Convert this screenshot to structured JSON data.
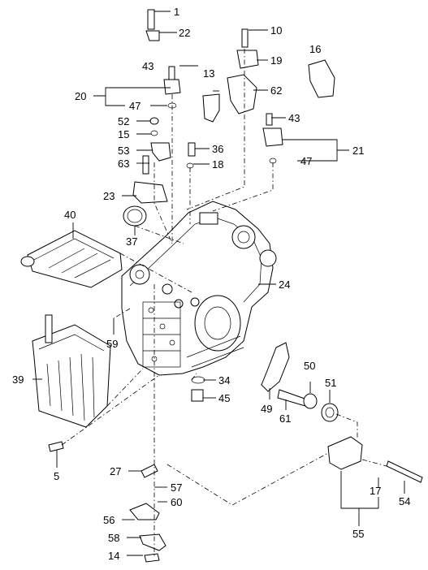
{
  "callouts": [
    "1",
    "22",
    "10",
    "16",
    "43",
    "19",
    "13",
    "62",
    "20",
    "47",
    "52",
    "15",
    "53",
    "36",
    "43",
    "21",
    "63",
    "18",
    "47",
    "23",
    "40",
    "37",
    "24",
    "59",
    "39",
    "34",
    "45",
    "49",
    "61",
    "50",
    "51",
    "5",
    "27",
    "57",
    "60",
    "56",
    "58",
    "14",
    "17",
    "54",
    "55"
  ]
}
